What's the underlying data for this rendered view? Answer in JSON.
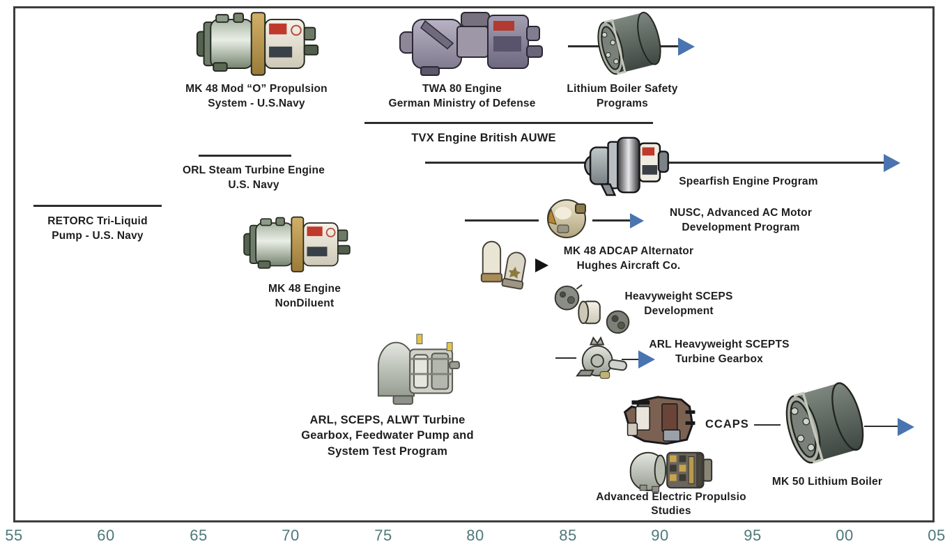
{
  "figure": {
    "kind": "propulsion-programs-timeline",
    "background": "#ffffff",
    "border_color": "#3d3d3d",
    "line_color": "#2d2d2d",
    "arrow_color": "#4a74b0",
    "text_color": "#1e1e1e",
    "axis_label_color": "#4d7878"
  },
  "axis": {
    "ticks": [
      "55",
      "60",
      "65",
      "70",
      "75",
      "80",
      "85",
      "90",
      "95",
      "00",
      "05"
    ]
  },
  "items": [
    {
      "id": "retorc",
      "label_lines": [
        "RETORC Tri-Liquid",
        "Pump - U.S. Navy"
      ]
    },
    {
      "id": "mk48-mod-o",
      "label_lines": [
        "MK 48 Mod “O” Propulsion",
        "System - U.S.Navy"
      ]
    },
    {
      "id": "orl",
      "label_lines": [
        "ORL Steam Turbine Engine",
        "U.S. Navy"
      ]
    },
    {
      "id": "twa80",
      "label_lines": [
        "TWA 80 Engine",
        "German Ministry of Defense"
      ]
    },
    {
      "id": "lithium-boiler-safety",
      "label_lines": [
        "Lithium Boiler Safety",
        "Programs"
      ]
    },
    {
      "id": "tvx",
      "label_lines": [
        "TVX Engine British AUWE"
      ]
    },
    {
      "id": "spearfish",
      "label_lines": [
        "Spearfish Engine Program"
      ]
    },
    {
      "id": "mk48-nondiluent",
      "label_lines": [
        "MK 48 Engine",
        "NonDiluent"
      ]
    },
    {
      "id": "nusc",
      "label_lines": [
        "NUSC, Advanced AC Motor",
        "Development Program"
      ]
    },
    {
      "id": "mk48-adcap",
      "label_lines": [
        "MK 48 ADCAP Alternator",
        "Hughes Aircraft Co."
      ]
    },
    {
      "id": "heavyweight-sceps",
      "label_lines": [
        "Heavyweight SCEPS",
        "Development"
      ]
    },
    {
      "id": "arl-scepts",
      "label_lines": [
        "ARL Heavyweight SCEPTS",
        "Turbine Gearbox"
      ]
    },
    {
      "id": "arl-sceps-alwt",
      "label_lines": [
        "ARL, SCEPS, ALWT Turbine",
        "Gearbox, Feedwater Pump and",
        "System Test Program"
      ]
    },
    {
      "id": "ccaps",
      "label_lines": [
        "CCAPS"
      ]
    },
    {
      "id": "mk50",
      "label_lines": [
        "MK 50 Lithium Boiler"
      ]
    },
    {
      "id": "adv-electric",
      "label_lines": [
        "Advanced Electric Propulsio",
        "Studies"
      ]
    }
  ]
}
